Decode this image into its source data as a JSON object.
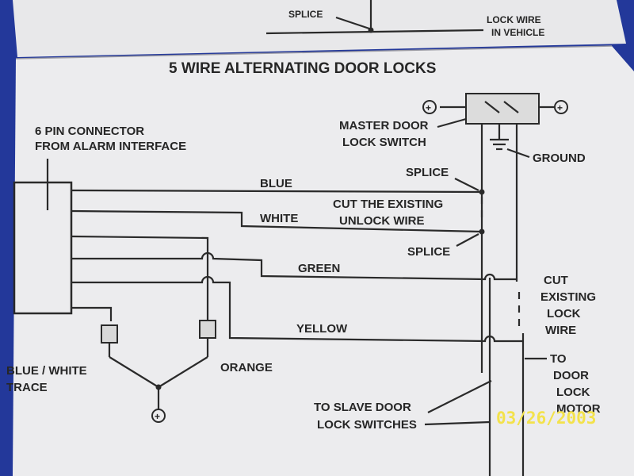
{
  "top_panel": {
    "splice_label": "SPLICE",
    "lock_wire_line1": "LOCK WIRE",
    "lock_wire_line2": "IN VEHICLE"
  },
  "diagram": {
    "title": "5 WIRE ALTERNATING DOOR LOCKS",
    "connector_label_line1": "6 PIN CONNECTOR",
    "connector_label_line2": "FROM ALARM INTERFACE",
    "master_switch_line1": "MASTER DOOR",
    "master_switch_line2": "LOCK SWITCH",
    "ground_label": "GROUND",
    "splice_upper": "SPLICE",
    "splice_lower": "SPLICE",
    "cut_unlock_line1": "CUT THE EXISTING",
    "cut_unlock_line2": "UNLOCK WIRE",
    "cut_lock_line1": "CUT",
    "cut_lock_line2": "EXISTING",
    "cut_lock_line3": "LOCK",
    "cut_lock_line4": "WIRE",
    "wires": {
      "blue": "BLUE",
      "white": "WHITE",
      "green": "GREEN",
      "yellow": "YELLOW"
    },
    "relay_left_line1": "BLUE / WHITE",
    "relay_left_line2": "TRACE",
    "relay_right": "ORANGE",
    "to_motor_line1": "TO",
    "to_motor_line2": "DOOR",
    "to_motor_line3": "LOCK",
    "to_motor_line4": "MOTOR",
    "slave_line1": "TO SLAVE DOOR",
    "slave_line2": "LOCK SWITCHES",
    "positive_symbol": "+"
  },
  "photo": {
    "date_stamp": "03/26/2003"
  }
}
